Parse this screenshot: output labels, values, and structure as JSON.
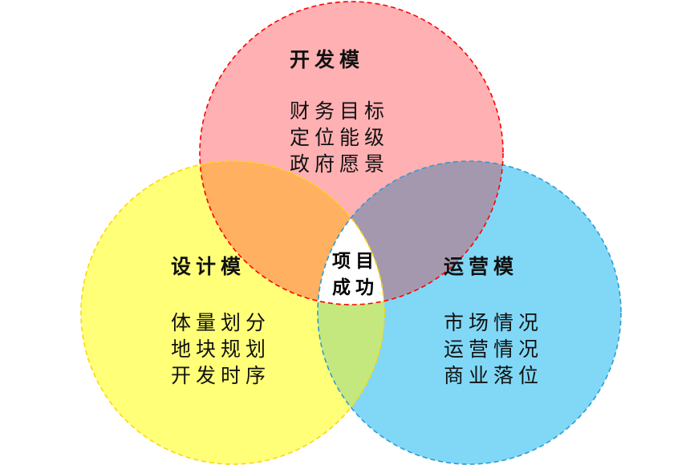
{
  "colors": {
    "development": "#FFB0B3",
    "design": "#FFFF78",
    "operation": "#80D8F6",
    "dev_design": "#FFB060",
    "dev_operation": "#A498AE",
    "design_operation": "#C4E87E",
    "center": "#FFFFFF",
    "development_stroke": "#FF0000",
    "design_stroke": "#FFD700",
    "operation_stroke": "#2E9BD6"
  },
  "circles": {
    "development": {
      "title": "开发模",
      "items": [
        "财务目标",
        "定位能级",
        "政府愿景"
      ]
    },
    "design": {
      "title": "设计模",
      "items": [
        "体量划分",
        "地块规划",
        "开发时序"
      ]
    },
    "operation": {
      "title": "运营模",
      "items": [
        "市场情况",
        "运营情况",
        "商业落位"
      ]
    }
  },
  "center": {
    "line1": "项目",
    "line2": "成功"
  }
}
